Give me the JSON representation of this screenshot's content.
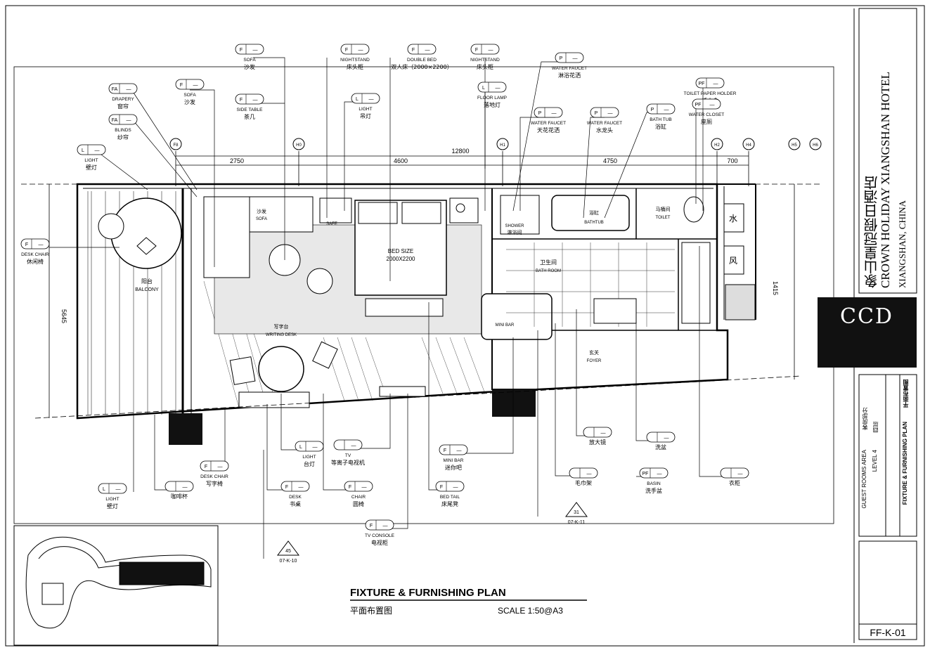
{
  "drawing": {
    "title": "FIXTURE & FURNISHING PLAN",
    "title_cn": "平面布置图",
    "scale": "SCALE 1:50@A3",
    "sheet_no": "FF-K-01"
  },
  "title_block": {
    "hotel_cn": "象山皇冠假日酒店",
    "hotel_en": "CROWN HOLIDAY XIANGSHAN HOTEL",
    "location": "XIANGSHAN, CHINA",
    "logo": "CCD",
    "area_en": "GUEST ROOMS AREA",
    "area_cn": "客房部分",
    "level_en": "LEVEL 4",
    "level_cn": "四层",
    "sheet_title_en": "FIXTURE & FURNISHING PLAN",
    "sheet_title_cn": "平面布置图"
  },
  "dimensions": {
    "total": "12800",
    "d1": "2750",
    "d2": "4600",
    "d3": "4750",
    "d4": "700",
    "left": "5645",
    "right": "1415"
  },
  "rooms": {
    "balcony_cn": "阳台",
    "balcony_en": "BALCONY",
    "sofa_cn": "沙发",
    "sofa_en": "SOFA",
    "safe": "SAFE",
    "bed_size": "BED SIZE",
    "bed_dims": "2000X2200",
    "writing_desk_cn": "写字台",
    "writing_desk_en": "WRITING DESK",
    "shower_en": "SHOWER",
    "shower_cn": "淋浴间",
    "bathtub_cn": "浴缸",
    "bathtub_en": "BATHTUB",
    "toilet_cn": "马桶间",
    "toilet_en": "TOILET",
    "bathroom_cn": "卫生间",
    "bathroom_en": "BATH ROOM",
    "minibar": "MINI BAR",
    "foyer_cn": "玄关",
    "foyer_en": "FOYER",
    "water_cn": "水",
    "wind_cn": "风"
  },
  "tags": [
    {
      "code": "F",
      "en": "SOFA",
      "cn": "沙发"
    },
    {
      "code": "F",
      "en": "NIGHTSTAND",
      "cn": "床头柜"
    },
    {
      "code": "F",
      "en": "DOUBLE BED",
      "cn": "双人床（2000×2200）"
    },
    {
      "code": "F",
      "en": "NIGHTSTAND",
      "cn": "床头柜"
    },
    {
      "code": "FA",
      "en": "DRAPERY",
      "cn": "窗帘"
    },
    {
      "code": "F",
      "en": "SOFA",
      "cn": "沙发"
    },
    {
      "code": "F",
      "en": "SIDE TABLE",
      "cn": "茶几"
    },
    {
      "code": "FA",
      "en": "BLINDS",
      "cn": "纱帘"
    },
    {
      "code": "L",
      "en": "LIGHT",
      "cn": "吊灯"
    },
    {
      "code": "L",
      "en": "FLOOR LAMP",
      "cn": "落地灯"
    },
    {
      "code": "P",
      "en": "WATER FAUCET",
      "cn": "淋浴花洒"
    },
    {
      "code": "PF",
      "en": "TOILET PAPER HOLDER",
      "cn": "纸巾盒"
    },
    {
      "code": "P",
      "en": "WATER FAUCET",
      "cn": "天花花洒"
    },
    {
      "code": "P",
      "en": "WATER FAUCET",
      "cn": "水龙头"
    },
    {
      "code": "P",
      "en": "BATH TUB",
      "cn": "浴缸"
    },
    {
      "code": "PF",
      "en": "WATER CLOSET",
      "cn": "座厕"
    },
    {
      "code": "L",
      "en": "LIGHT",
      "cn": "壁灯"
    },
    {
      "code": "F",
      "en": "DESK CHAIR",
      "cn": "休闲椅"
    },
    {
      "code": "F",
      "en": "DESK CHAIR",
      "cn": "写字椅"
    },
    {
      "code": "L",
      "en": "LIGHT",
      "cn": "台灯"
    },
    {
      "code": "",
      "en": "TV",
      "cn": "等离子电视机"
    },
    {
      "code": "F",
      "en": "MINI BAR",
      "cn": "迷你吧"
    },
    {
      "code": "",
      "en": "",
      "cn": "放大镜"
    },
    {
      "code": "",
      "en": "",
      "cn": "洗盆"
    },
    {
      "code": "L",
      "en": "LIGHT",
      "cn": "壁灯"
    },
    {
      "code": "",
      "en": "",
      "cn": "咖啡杯"
    },
    {
      "code": "F",
      "en": "DESK",
      "cn": "书桌"
    },
    {
      "code": "F",
      "en": "CHAIR",
      "cn": "圆椅"
    },
    {
      "code": "F",
      "en": "BED TAIL",
      "cn": "床尾凳"
    },
    {
      "code": "",
      "en": "",
      "cn": "毛巾架"
    },
    {
      "code": "PF",
      "en": "BASIN",
      "cn": "洗手盆"
    },
    {
      "code": "",
      "en": "",
      "cn": "衣柜"
    },
    {
      "code": "F",
      "en": "TV CONSOLE",
      "cn": "电视柜"
    }
  ],
  "section_marks": [
    {
      "num": "45",
      "ref": "07-K-10"
    },
    {
      "num": "31",
      "ref": "07-K-11"
    }
  ],
  "grid_marks": [
    "F8",
    "H0",
    "H1",
    "H2",
    "H4",
    "H5",
    "H6"
  ]
}
